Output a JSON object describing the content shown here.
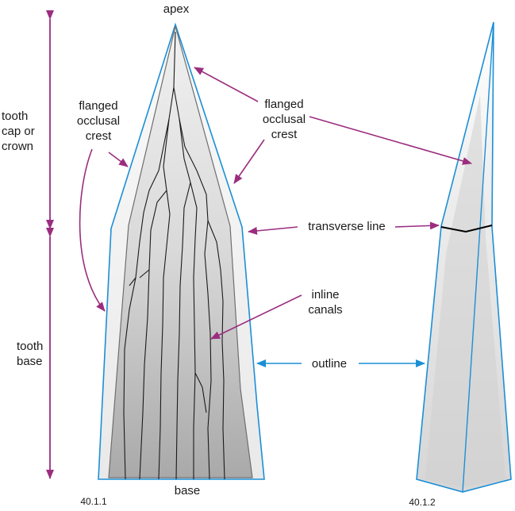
{
  "labels": {
    "apex": "apex",
    "tooth_cap": "tooth\ncap or\ncrown",
    "tooth_base": "tooth\nbase",
    "flanged_left": "flanged\nocclusal\ncrest",
    "flanged_center": "flanged\nocclusal\ncrest",
    "transverse_line": "transverse  line",
    "inline_canals": "inline\ncanals",
    "outline": "outline",
    "base": "base"
  },
  "figure_ids": {
    "left": "40.1.1",
    "right": "40.1.2"
  },
  "colors": {
    "arrow_magenta": "#9b2d7f",
    "arrow_blue": "#1b8fd6",
    "outline_blue": "#1b8fd6",
    "crest_gray": "#6e6e6e",
    "canal_black": "#1a1a1a"
  }
}
